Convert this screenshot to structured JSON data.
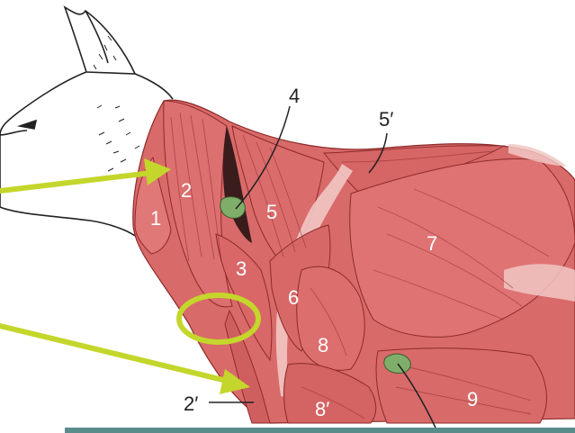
{
  "diagram": {
    "labels": {
      "l1": "1",
      "l2": "2",
      "l2p": "2′",
      "l3": "3",
      "l4": "4",
      "l5": "5",
      "l5p": "5′",
      "l6": "6",
      "l7": "7",
      "l8": "8",
      "l8p": "8′",
      "l9": "9"
    },
    "colors": {
      "muscle": "#d96a6a",
      "muscle_dark": "#b84747",
      "fascia": "#f1c7c3",
      "gland": "#7fae6a",
      "arrow": "#c4d62b",
      "outline": "#222222",
      "bottom_bar": "#5a8c8c"
    },
    "icons": {
      "arrow_upper": "arrow-right-icon",
      "arrow_lower": "arrow-right-icon",
      "highlight": "ellipse-highlight-icon"
    }
  }
}
